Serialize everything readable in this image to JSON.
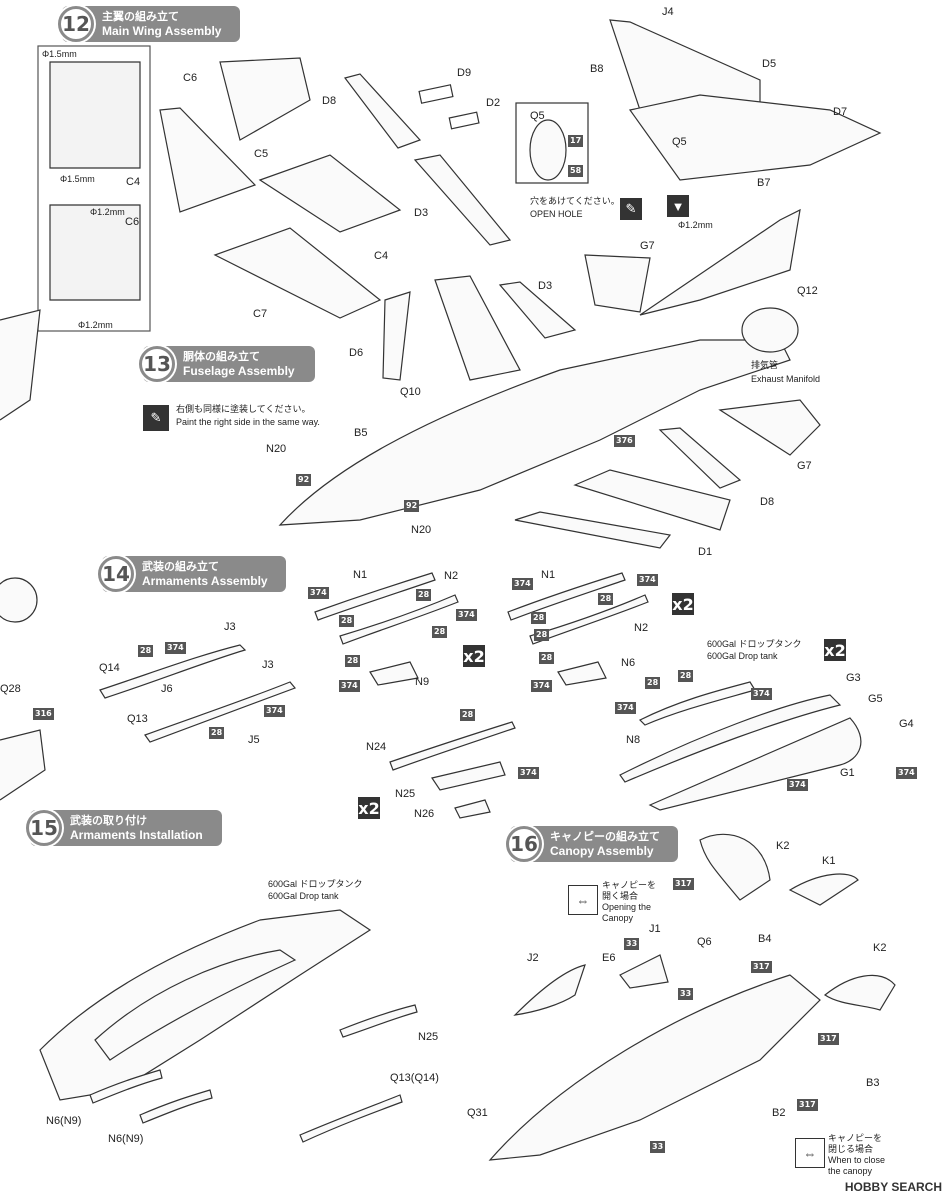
{
  "steps": {
    "s12": {
      "num": "12",
      "jp": "主翼の組み立て",
      "en": "Main Wing Assembly"
    },
    "s13": {
      "num": "13",
      "jp": "胴体の組み立て",
      "en": "Fuselage Assembly"
    },
    "s14": {
      "num": "14",
      "jp": "武装の組み立て",
      "en": "Armaments Assembly"
    },
    "s15": {
      "num": "15",
      "jp": "武装の取り付け",
      "en": "Armaments Installation"
    },
    "s16": {
      "num": "16",
      "jp": "キャノピーの組み立て",
      "en": "Canopy Assembly"
    }
  },
  "inset": {
    "d1": "Φ1.5mm",
    "d2": "Φ1.5mm",
    "d3": "Φ1.2mm",
    "d4": "Φ1.2mm",
    "c4": "C4",
    "c6": "C6"
  },
  "parts": {
    "C6": "C6",
    "C5": "C5",
    "C4": "C4",
    "C7": "C7",
    "D8": "D8",
    "D9": "D9",
    "D2": "D2",
    "D3": "D3",
    "D3b": "D3",
    "D6": "D6",
    "Q10": "Q10",
    "B5": "B5",
    "N20a": "N20",
    "N20b": "N20",
    "J4": "J4",
    "B8": "B8",
    "D5": "D5",
    "D7": "D7",
    "Q5a": "Q5",
    "Q5b": "Q5",
    "B7": "B7",
    "G7a": "G7",
    "Q12": "Q12",
    "G7b": "G7",
    "D8b": "D8",
    "D1": "D1",
    "J3a": "J3",
    "J3b": "J3",
    "Q14": "Q14",
    "J6": "J6",
    "Q13": "Q13",
    "J5": "J5",
    "N1a": "N1",
    "N2a": "N2",
    "N9": "N9",
    "N1b": "N1",
    "N2b": "N2",
    "N6": "N6",
    "N24": "N24",
    "N25": "N25",
    "N26": "N26",
    "G3": "G3",
    "G5": "G5",
    "G4": "G4",
    "N8": "N8",
    "G1": "G1",
    "K2a": "K2",
    "K1": "K1",
    "K2b": "K2",
    "B4": "B4",
    "J1": "J1",
    "Q6": "Q6",
    "E6": "E6",
    "J2": "J2",
    "B3": "B3",
    "B2": "B2",
    "Q31": "Q31",
    "N25b": "N25",
    "Q13Q14": "Q13(Q14)",
    "N6N9a": "N6(N9)",
    "N6N9b": "N6(N9)",
    "Q28": "Q28"
  },
  "badges": {
    "b17": "17",
    "b58": "58",
    "b92a": "92",
    "b92b": "92",
    "b376": "376",
    "b28": "28",
    "b374": "374",
    "b316": "316",
    "b317": "317",
    "b33": "33"
  },
  "multipliers": {
    "m1": "x2",
    "m2": "x2",
    "m3": "x2",
    "m4": "x2"
  },
  "notes": {
    "open_hole_jp": "穴をあけてください。",
    "open_hole_en": "OPEN HOLE",
    "paint_jp": "右側も同様に塗装してください。",
    "paint_en": "Paint the right side in the same way.",
    "exhaust_jp": "排気管",
    "exhaust_en": "Exhaust Manifold",
    "tank_jp": "600Gal ドロップタンク",
    "tank_en": "600Gal Drop tank",
    "tank2_jp": "600Gal ドロップタンク",
    "tank2_en": "600Gal Drop tank",
    "open_canopy_jp": "キャノピーを\n開く場合",
    "open_canopy_en": "Opening the\nCanopy",
    "close_canopy_jp": "キャノピーを\n閉じる場合",
    "close_canopy_en": "When to close\nthe canopy",
    "dia12": "Φ1.2mm"
  },
  "watermark": "HOBBY SEARCH"
}
